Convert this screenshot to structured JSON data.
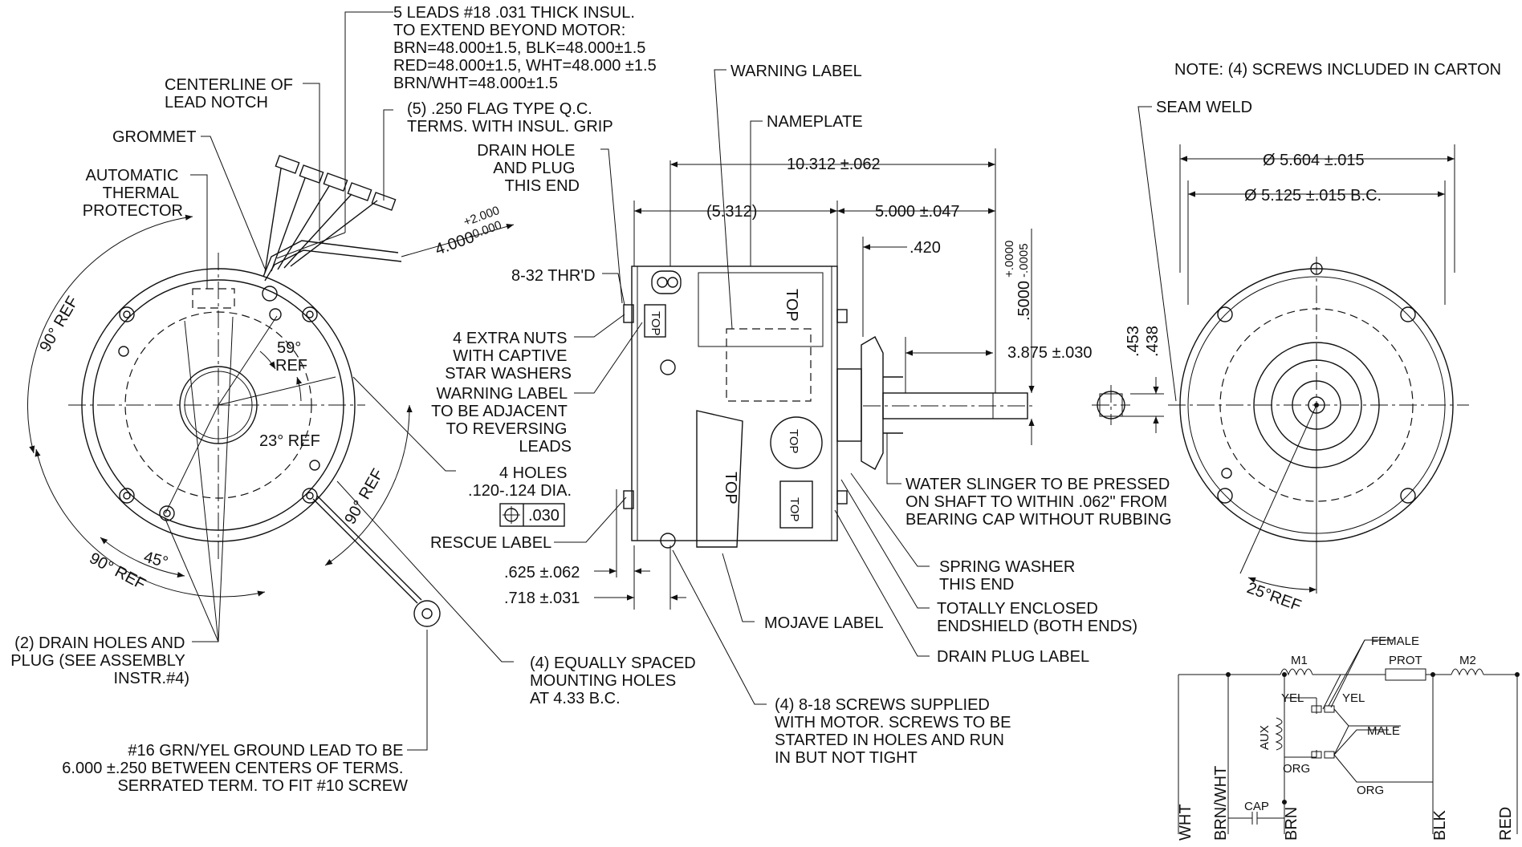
{
  "left_view": {
    "leads_note": [
      "5 LEADS #18 .031 THICK INSUL.",
      "TO EXTEND BEYOND MOTOR:",
      "BRN=48.000±1.5, BLK=48.000±1.5",
      "RED=48.000±1.5, WHT=48.000 ±1.5",
      "BRN/WHT=48.000±1.5"
    ],
    "centerline_note": [
      "CENTERLINE OF",
      "LEAD NOTCH"
    ],
    "flag_terms_note": [
      "(5) .250 FLAG TYPE Q.C.",
      "TERMS. WITH INSUL. GRIP"
    ],
    "grommet": "GROMMET",
    "thermal_protector": [
      "AUTOMATIC",
      "THERMAL",
      "PROTECTOR"
    ],
    "dim_4000": "4.000",
    "dim_4000_tol_plus": "+2.000",
    "dim_4000_tol_minus": "-0.000",
    "angle_90_ref_a": "90° REF",
    "angle_90_ref_b": "90° REF",
    "angle_90_ref_c": "90° REF",
    "angle_59": [
      "59°",
      "REF"
    ],
    "angle_23": "23° REF",
    "angle_45": "45°",
    "drain_holes_note": [
      "(2) DRAIN HOLES AND",
      "PLUG (SEE ASSEMBLY",
      "INSTR.#4)"
    ],
    "mounting_holes_note": [
      "(4) EQUALLY SPACED",
      "MOUNTING HOLES",
      "AT 4.33 B.C."
    ],
    "ground_lead_note": [
      "#16 GRN/YEL GROUND LEAD TO BE",
      "6.000 ±.250 BETWEEN CENTERS OF TERMS.",
      "SERRATED TERM. TO FIT #10 SCREW"
    ]
  },
  "side_view": {
    "warning_label": "WARNING LABEL",
    "nameplate": "NAMEPLATE",
    "drain_hole_plug": [
      "DRAIN HOLE",
      "AND PLUG",
      "THIS END"
    ],
    "dim_10312": "10.312 ±.062",
    "dim_5312": "(5.312)",
    "dim_5000": "5.000 ±.047",
    "dim_420": ".420",
    "dim_shaft_dia": ".5000",
    "dim_shaft_tol_plus": "+.0000",
    "dim_shaft_tol_minus": "-.0005",
    "dim_3875": "3.875 ±.030",
    "thread": "8-32 THR'D",
    "extra_nuts": [
      "4 EXTRA NUTS",
      "WITH CAPTIVE",
      "STAR WASHERS"
    ],
    "warning_label_adjacent": [
      "WARNING LABEL",
      "TO BE ADJACENT",
      "TO REVERSING",
      "LEADS"
    ],
    "four_holes": [
      "4 HOLES",
      ".120-.124 DIA."
    ],
    "tolerance_value": ".030",
    "rescue_label": "RESCUE LABEL",
    "dim_625": ".625 ±.062",
    "dim_718": ".718 ±.031",
    "top_labels": [
      "TOP",
      "TOP",
      "TOP",
      "TOP",
      "TOP"
    ],
    "water_slinger": [
      "WATER SLINGER TO BE PRESSED",
      "ON SHAFT TO WITHIN .062\" FROM",
      "BEARING CAP WITHOUT RUBBING"
    ],
    "spring_washer": [
      "SPRING WASHER",
      "THIS END"
    ],
    "totally_enclosed": [
      "TOTALLY ENCLOSED",
      "ENDSHIELD (BOTH ENDS)"
    ],
    "mojave_label": "MOJAVE LABEL",
    "drain_plug_label": "DRAIN PLUG LABEL",
    "screws_note": [
      "(4) 8-18 SCREWS SUPPLIED",
      "WITH MOTOR. SCREWS TO BE",
      "STARTED IN HOLES AND RUN",
      "IN BUT NOT TIGHT"
    ]
  },
  "right_view": {
    "note": "NOTE: (4) SCREWS INCLUDED IN CARTON",
    "seam_weld": "SEAM WELD",
    "dim_5604": "Ø 5.604 ±.015",
    "dim_5125": "Ø 5.125 ±.015 B.C.",
    "dim_453": ".453",
    "dim_438": ".438",
    "angle_25": "25°REF"
  },
  "schematic": {
    "m1": "M1",
    "m2": "M2",
    "prot": "PROT",
    "female": "FEMALE",
    "male": "MALE",
    "yel_left": "YEL",
    "yel_right": "YEL",
    "aux": "AUX",
    "org_left": "ORG",
    "org_right": "ORG",
    "cap": "CAP",
    "leads": [
      "WHT",
      "BRN/WHT",
      "BRN",
      "BLK",
      "RED"
    ]
  }
}
